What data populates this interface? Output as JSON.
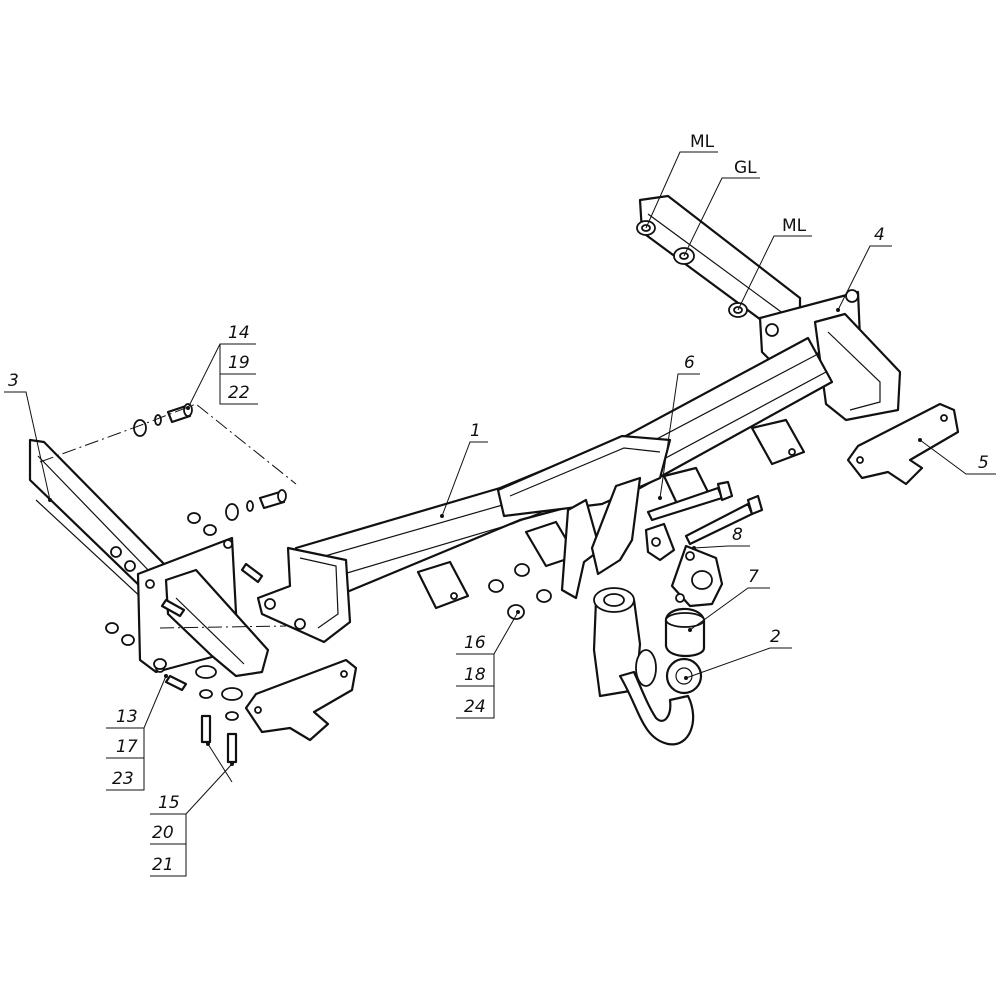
{
  "labels": {
    "part_1": "1",
    "part_2": "2",
    "part_3": "3",
    "part_4": "4",
    "part_5": "5",
    "part_6": "6",
    "part_7": "7",
    "part_8": "8",
    "stack_14_19_22": [
      "14",
      "19",
      "22"
    ],
    "stack_16_18_24": [
      "16",
      "18",
      "24"
    ],
    "stack_13_17_23": [
      "13",
      "17",
      "23"
    ],
    "stack_15_20_21": [
      "15",
      "20",
      "21"
    ],
    "ml_top": "ML",
    "gl": "GL",
    "ml_right": "ML"
  }
}
